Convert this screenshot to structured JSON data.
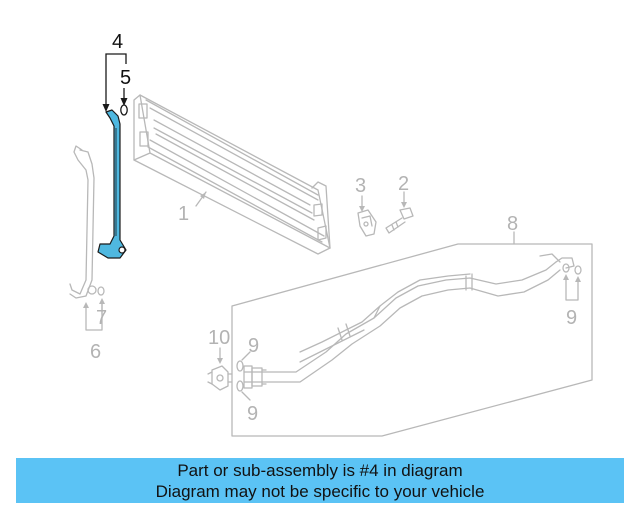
{
  "callouts": {
    "c1": "1",
    "c2": "2",
    "c3": "3",
    "c4": "4",
    "c5": "5",
    "c6": "6",
    "c7": "7",
    "c8": "8",
    "c9a": "9",
    "c9b": "9",
    "c9c": "9",
    "c10": "10"
  },
  "colors": {
    "highlight": "#4fb8e0",
    "banner": "#5bc3f5",
    "line_gray": "#b8b8b8"
  },
  "banner": {
    "line1": "Part or sub-assembly is #4 in diagram",
    "line2": "Diagram may not be specific to your vehicle"
  }
}
